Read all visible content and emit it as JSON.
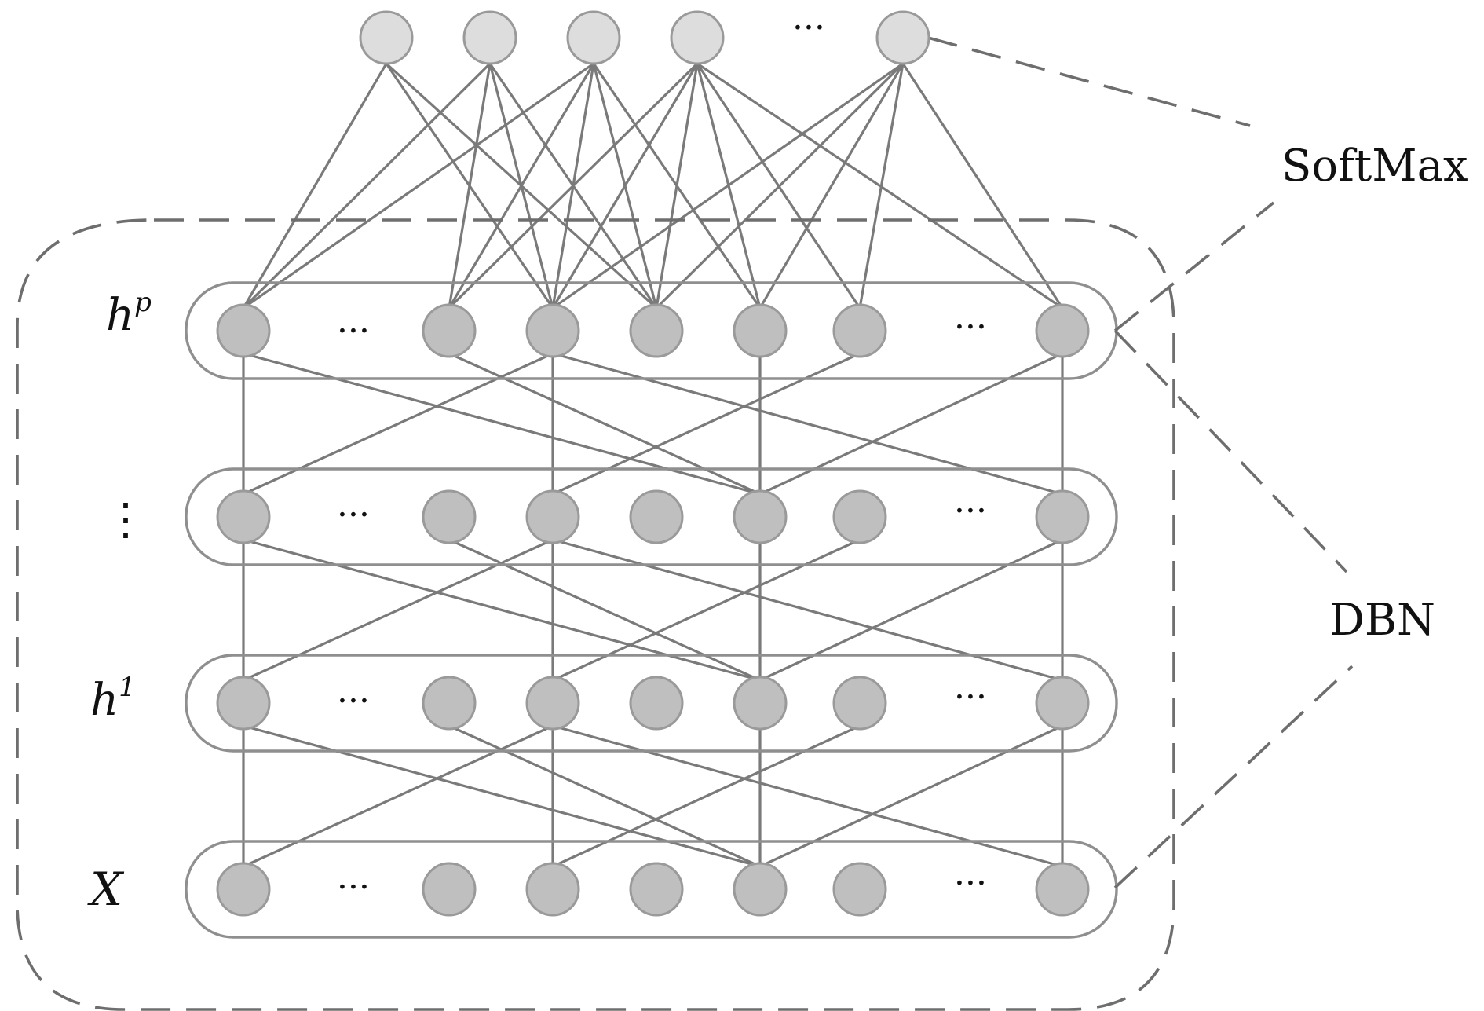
{
  "labels": {
    "softmax": "SoftMax",
    "dbn": "DBN",
    "layer_top": {
      "base": "h",
      "sup": "p"
    },
    "layer_mid": "⋮",
    "layer_first": {
      "base": "h",
      "sup": "1"
    },
    "layer_input": "X"
  },
  "ellipsis": "···",
  "colors": {
    "softmax_node": "#dddddd",
    "hidden_node": "#bfbfbf",
    "node_stroke": "#9a9a9a",
    "edge": "#7a7a7a"
  }
}
